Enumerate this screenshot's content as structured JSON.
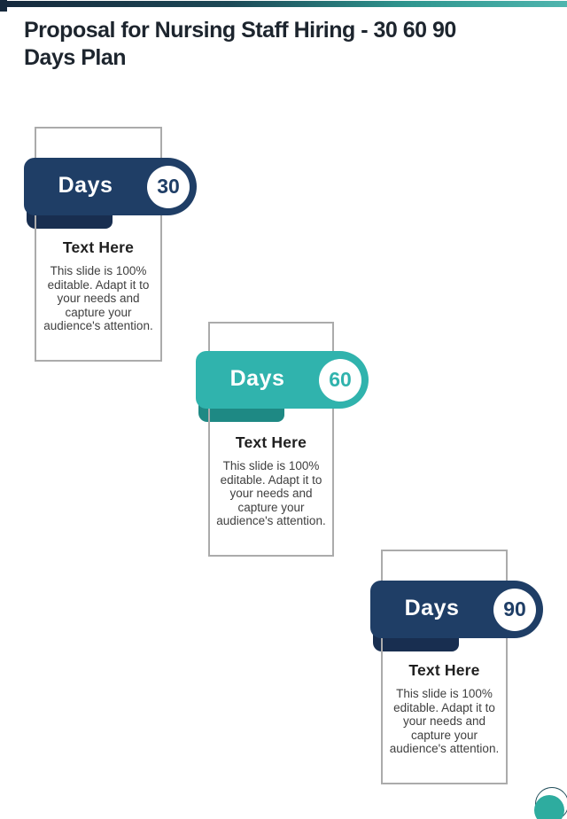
{
  "header": {
    "title": "Proposal for Nursing Staff Hiring - 30 60 90 Days Plan",
    "title_line1": "Proposal for Nursing Staff Hiring - 30 60 90",
    "title_line2": "Days Plan"
  },
  "cards": [
    {
      "label": "Days",
      "number": "30",
      "heading": "Text Here",
      "body": "This slide is 100% editable. Adapt it to your needs and capture your audience's attention.",
      "theme": "navy"
    },
    {
      "label": "Days",
      "number": "60",
      "heading": "Text Here",
      "body": "This slide is 100% editable. Adapt it to your needs and capture your audience's attention.",
      "theme": "teal"
    },
    {
      "label": "Days",
      "number": "90",
      "heading": "Text Here",
      "body": "This slide is 100% editable. Adapt it to your needs and capture your audience's attention.",
      "theme": "navy"
    }
  ],
  "colors": {
    "navy": "#1F3E66",
    "navy_dark": "#182E50",
    "teal": "#30B3AD",
    "teal_dark": "#1E8984",
    "card_border": "#ABABAB",
    "title_text": "#1D252E",
    "heading_text": "#1F1F1F",
    "body_text": "#3F3F3F",
    "circle_teal": "#2EAC9F",
    "ring": "#24505C",
    "bar_dark": "#16293C",
    "bar_teal": "#4FB5AE"
  },
  "decor": {
    "top_accent": "gradient-bar",
    "corner_accent": "teal-circle-with-offset-ring"
  }
}
